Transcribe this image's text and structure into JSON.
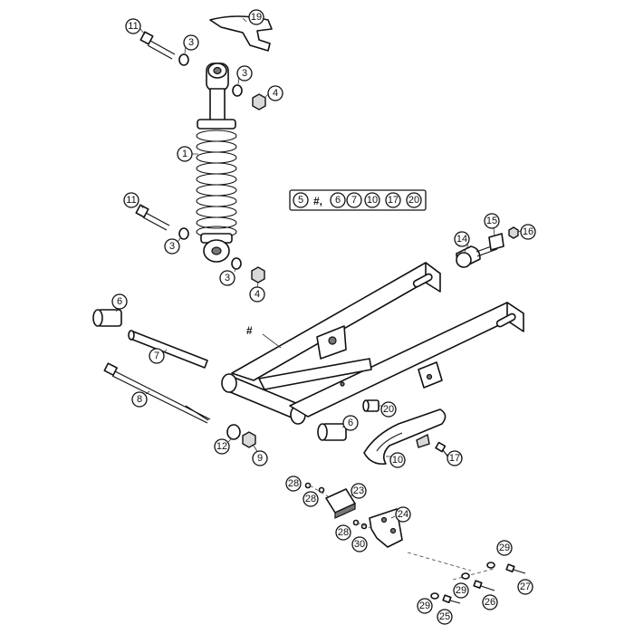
{
  "diagram": {
    "colors": {
      "line": "#111111",
      "fill": "#ffffff",
      "shade": "#d9d9d9"
    },
    "callouts": [
      "1",
      "3",
      "3",
      "3",
      "3",
      "4",
      "4",
      "6",
      "6",
      "7",
      "8",
      "9",
      "10",
      "11",
      "11",
      "12",
      "14",
      "15",
      "16",
      "17",
      "19",
      "20",
      "23",
      "24",
      "25",
      "26",
      "27",
      "28",
      "28",
      "28",
      "29",
      "29",
      "29",
      "30"
    ],
    "group_label": {
      "first": "5",
      "hash": "#,",
      "members": [
        "6",
        "7",
        "10",
        "17",
        "20"
      ]
    },
    "swingarm_marker": "#"
  }
}
